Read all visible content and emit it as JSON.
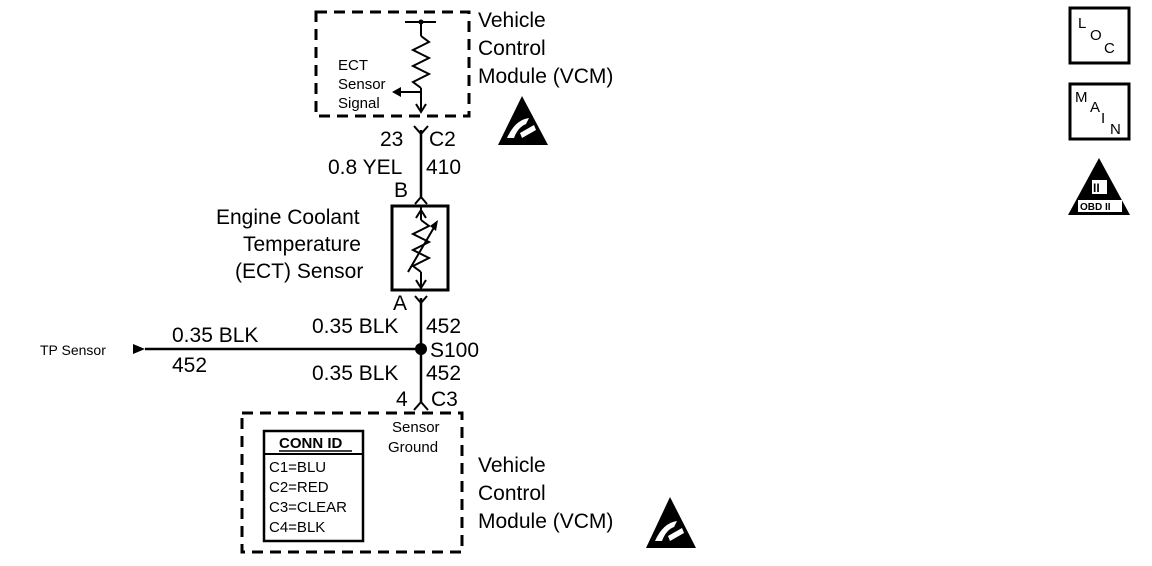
{
  "vcm_top": {
    "label_lines": [
      "Vehicle",
      "Control",
      "Module (VCM)"
    ],
    "signal_lines": [
      "ECT",
      "Sensor",
      "Signal"
    ]
  },
  "connector_c2": {
    "pin": "23",
    "name": "C2"
  },
  "wire_top": {
    "size_color": "0.8 YEL",
    "circuit": "410"
  },
  "ect_sensor": {
    "label_lines": [
      "Engine Coolant",
      "Temperature",
      "(ECT) Sensor"
    ],
    "terminal_top": "B",
    "terminal_bottom": "A"
  },
  "wire_mid": {
    "size_color": "0.35 BLK",
    "circuit": "452"
  },
  "splice": {
    "name": "S100"
  },
  "tp_wire": {
    "label": "TP Sensor",
    "size_color": "0.35 BLK",
    "circuit": "452"
  },
  "wire_bottom": {
    "size_color": "0.35 BLK",
    "circuit": "452"
  },
  "connector_c3": {
    "pin": "4",
    "name": "C3"
  },
  "vcm_bottom": {
    "label_lines": [
      "Vehicle",
      "Control",
      "Module (VCM)"
    ],
    "ground_lines": [
      "Sensor",
      "Ground"
    ],
    "conn_id": {
      "title": "CONN ID",
      "rows": [
        "C1=BLU",
        "C2=RED",
        "C3=CLEAR",
        "C4=BLK"
      ]
    }
  },
  "symbols": {
    "loc": [
      "L",
      "O",
      "C"
    ],
    "main": [
      "M",
      "A",
      "I",
      "N"
    ],
    "obd": {
      "numeral": "II",
      "text": "OBD II"
    }
  }
}
